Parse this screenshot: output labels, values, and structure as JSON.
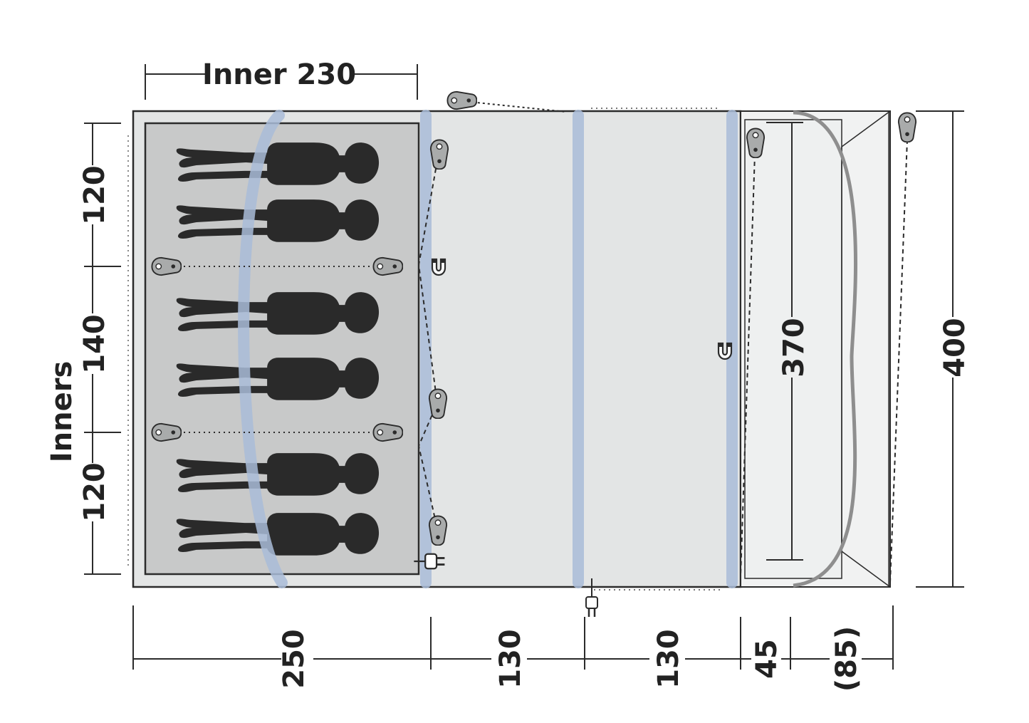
{
  "labels": {
    "inner_width": "Inner 230",
    "inners_side": "Inners",
    "left_top": "120",
    "left_middle": "140",
    "left_bottom": "120",
    "bottom_1": "250",
    "bottom_2": "130",
    "bottom_3": "130",
    "bottom_4": "45",
    "bottom_5": "(85)",
    "right_inner": "370",
    "right_outer": "400"
  },
  "sleepers": 6,
  "colors": {
    "outline": "#2b2b2b",
    "floor_main": "#e3e5e5",
    "bedroom_fill": "#c8c9c9",
    "porch_fill": "#f1f2f2",
    "air_beam": "#a9bcd8",
    "canopy_pole": "#8e8e8e",
    "person": "#2a2a2a",
    "peg": "#a9abab"
  },
  "icons": [
    "peg-icon",
    "magnet-icon",
    "power-plug-icon"
  ]
}
